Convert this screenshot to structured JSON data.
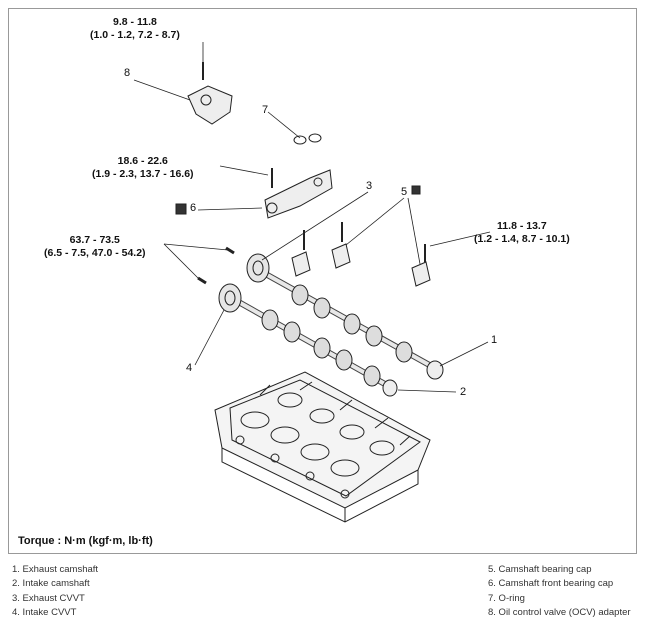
{
  "torque_specs": {
    "ocv_adapter_bolt": [
      "9.8 - 11.8",
      "(1.0 - 1.2, 7.2 - 8.7)"
    ],
    "front_cap_bolt": [
      "18.6 - 22.6",
      "(1.9 - 2.3, 13.7 - 16.6)"
    ],
    "cvvt_bolt": [
      "63.7 - 73.5",
      "(6.5 - 7.5, 47.0 - 54.2)"
    ],
    "bearing_cap_bolt": [
      "11.8 - 13.7",
      "(1.2 - 1.4, 8.7 - 10.1)"
    ]
  },
  "callouts": [
    "1",
    "2",
    "3",
    "4",
    "5",
    "6",
    "7",
    "8"
  ],
  "unit_note": "Torque : N·m (kgf·m, lb·ft)",
  "legend_left": [
    "1. Exhaust camshaft",
    "2. Intake camshaft",
    "3. Exhaust CVVT",
    "4. Intake CVVT"
  ],
  "legend_right": [
    "5. Camshaft bearing cap",
    "6. Camshaft front bearing cap",
    "7. O-ring",
    "8. Oil control valve (OCV) adapter"
  ]
}
